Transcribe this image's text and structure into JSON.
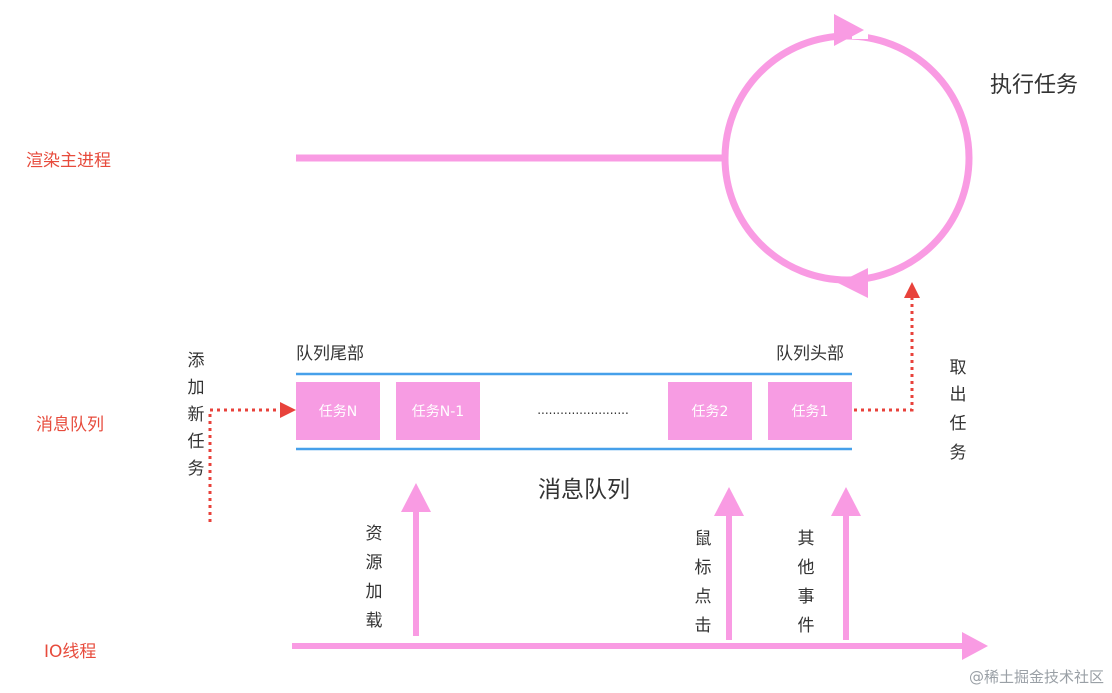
{
  "colors": {
    "pink": "#f99be3",
    "task_fill": "#f79ce3",
    "red_label": "#e74b3c",
    "blue_line": "#46a0ea",
    "red_dotted": "#e8423b",
    "text": "#333333",
    "task_text": "#ffffff",
    "watermark": "#9aa0a6"
  },
  "lanes": {
    "render": "渲染主进程",
    "queue": "消息队列",
    "io": "IO线程"
  },
  "loop": {
    "label": "执行任务"
  },
  "queue": {
    "tail_label": "队列尾部",
    "head_label": "队列头部",
    "center_label": "消息队列",
    "ellipsis": "........................",
    "tasks": [
      "任务N",
      "任务N-1",
      "任务2",
      "任务1"
    ]
  },
  "side_labels": {
    "add": [
      "添",
      "加",
      "新",
      "任",
      "务"
    ],
    "take": [
      "取",
      "出",
      "任",
      "务"
    ]
  },
  "events": {
    "resource": [
      "资",
      "源",
      "加",
      "载"
    ],
    "mouse": [
      "鼠",
      "标",
      "点",
      "击"
    ],
    "other": [
      "其",
      "他",
      "事",
      "件"
    ]
  },
  "watermark": "@稀土掘金技术社区"
}
